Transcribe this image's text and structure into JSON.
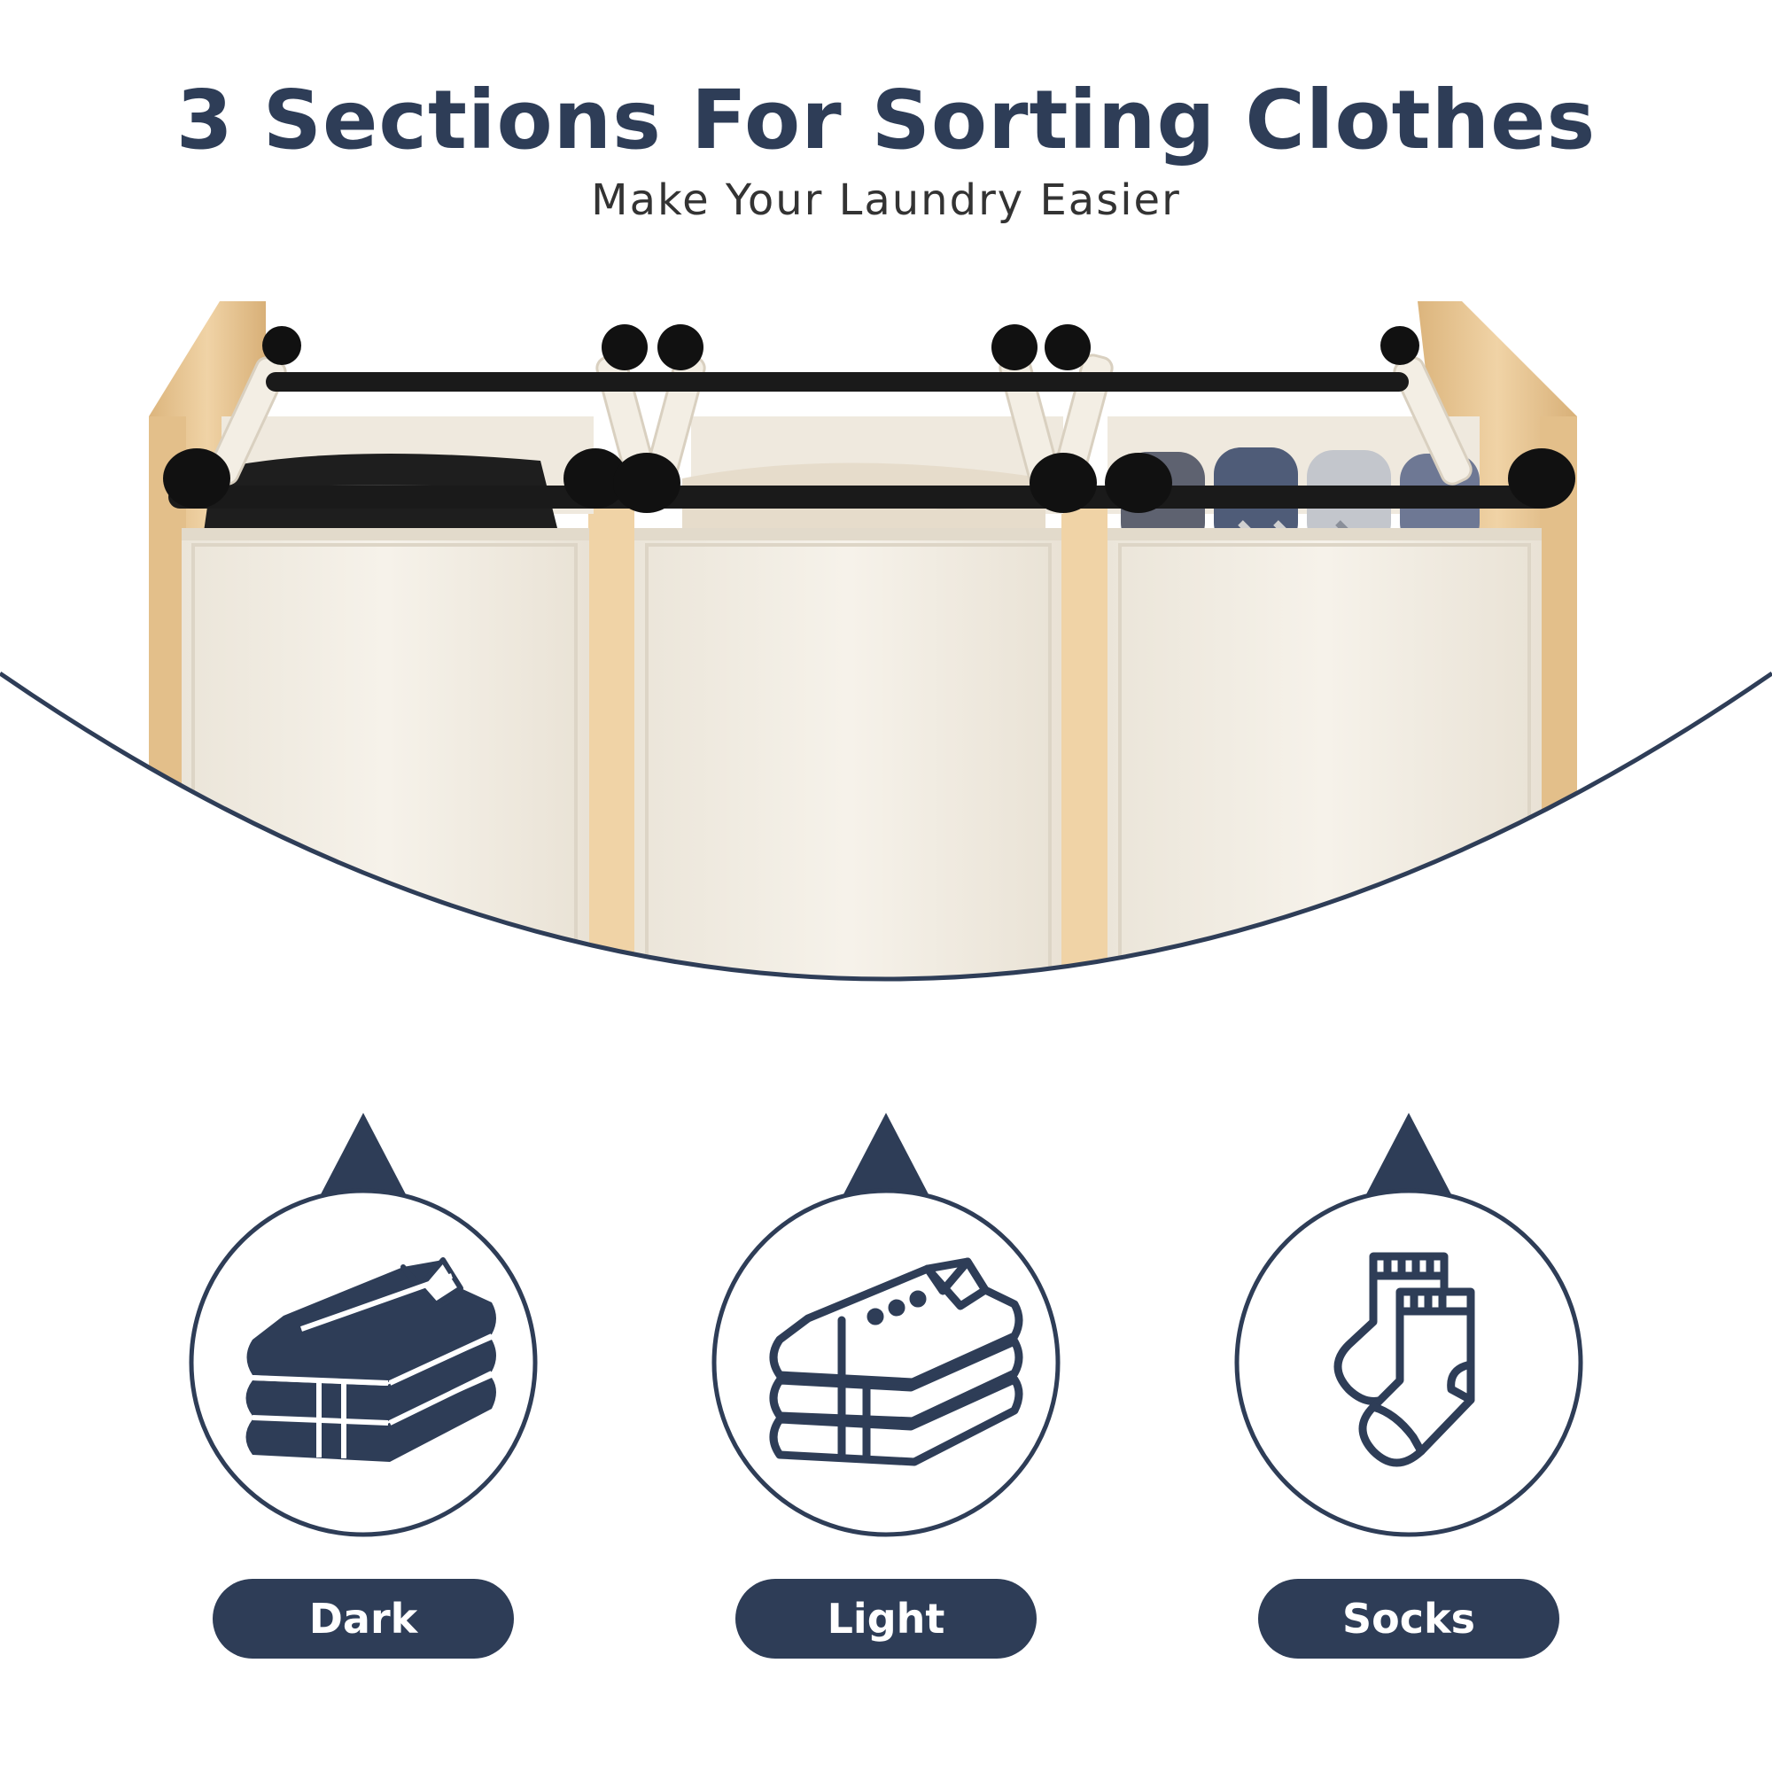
{
  "header": {
    "title": "3 Sections For Sorting Clothes",
    "subtitle": "Make Your Laundry Easier"
  },
  "colors": {
    "navy": "#2e3d57",
    "canvas": "#f2ede3",
    "bamboo": "#e8c999",
    "rod": "#1a1a1a"
  },
  "categories": [
    {
      "label": "Dark",
      "icon": "folded-dark-clothes-icon"
    },
    {
      "label": "Light",
      "icon": "folded-light-clothes-icon"
    },
    {
      "label": "Socks",
      "icon": "socks-icon"
    }
  ]
}
